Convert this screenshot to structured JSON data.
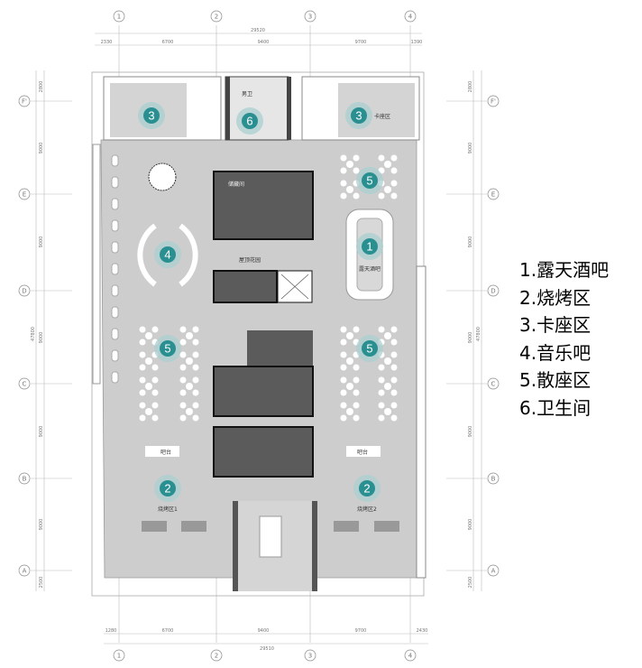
{
  "colors": {
    "marker": "#2a8f91",
    "halo": "#a9cfd0",
    "floor": "#cdcdcd",
    "room": "#555555",
    "wall": "#111111"
  },
  "axes": {
    "columns": [
      "1",
      "2",
      "3",
      "4"
    ],
    "rows": [
      "F'",
      "E",
      "D",
      "C",
      "B",
      "A"
    ]
  },
  "dimensions": {
    "top_total": "29520",
    "top_segments": [
      "2330",
      "6700",
      "9400",
      "9700",
      "1390"
    ],
    "bottom_total": "29510",
    "bottom_segments": [
      "1280",
      "6700",
      "9400",
      "9700",
      "2430"
    ],
    "left_total": "47800",
    "right_total": "47800",
    "side_segments": [
      "2800",
      "9000",
      "9000",
      "9000",
      "9000",
      "9000",
      "2500"
    ]
  },
  "rooms": {
    "toilet_male": "男卫",
    "storage": "储藏间",
    "roof_garden": "屋顶花园",
    "outdoor_bar": "露天酒吧",
    "booth": "卡座区",
    "bar_left": "吧台",
    "bar_right": "吧台",
    "bbq_1": "烧烤区1",
    "bbq_2": "烧烤区2"
  },
  "markers": [
    {
      "num": "3"
    },
    {
      "num": "6"
    },
    {
      "num": "3"
    },
    {
      "num": "5"
    },
    {
      "num": "1"
    },
    {
      "num": "4"
    },
    {
      "num": "5"
    },
    {
      "num": "5"
    },
    {
      "num": "2"
    },
    {
      "num": "2"
    }
  ],
  "legend": [
    "1.露天酒吧",
    "2.烧烤区",
    "3.卡座区",
    "4.音乐吧",
    "5.散座区",
    "6.卫生间"
  ]
}
